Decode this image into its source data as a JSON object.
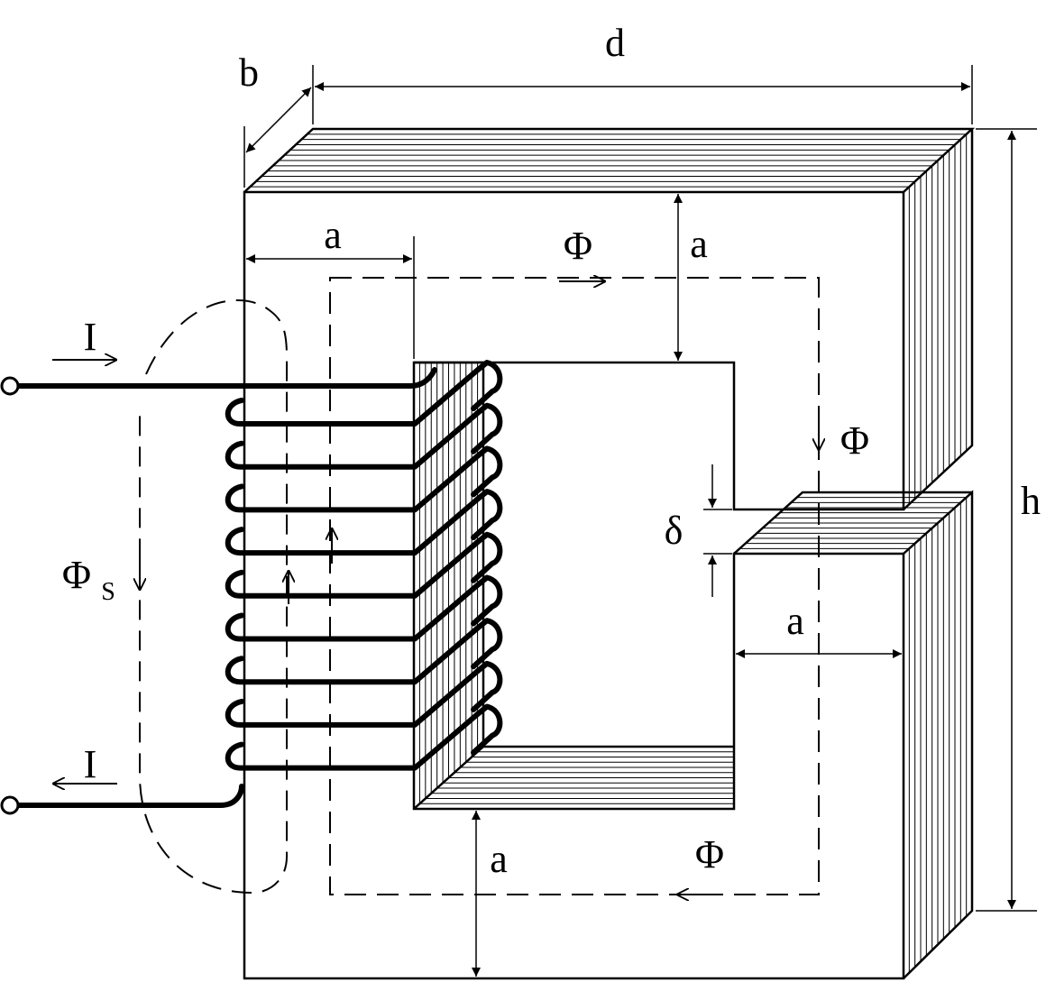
{
  "labels": {
    "width_b": "b",
    "length_d": "d",
    "height_h": "h",
    "leg_width_a": "a",
    "gap": "δ",
    "flux": "Φ",
    "leakage_flux": "Φ",
    "leakage_sub": "S",
    "current": "I"
  },
  "colors": {
    "ink": "#000000",
    "paper": "#ffffff"
  }
}
